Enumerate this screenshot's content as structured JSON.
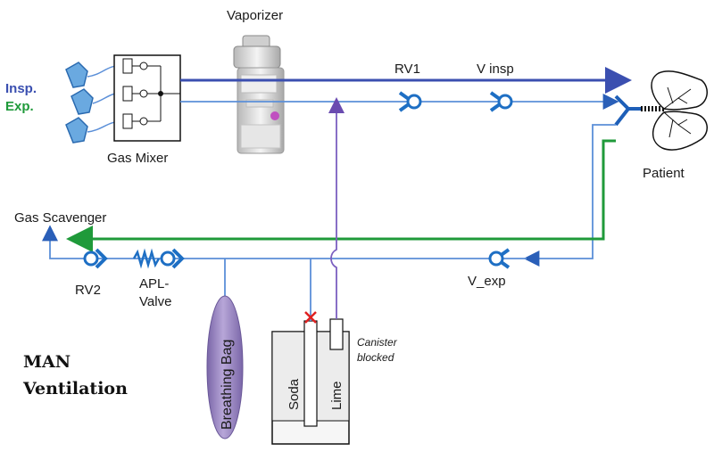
{
  "legend": {
    "insp": "Insp.",
    "exp": "Exp.",
    "insp_color": "#3a4fb0",
    "exp_color": "#1f9a3a"
  },
  "labels": {
    "vaporizer": "Vaporizer",
    "gas_mixer": "Gas Mixer",
    "rv1": "RV1",
    "v_insp": "V  insp",
    "patient": "Patient",
    "gas_scavenger": "Gas Scavenger",
    "rv2": "RV2",
    "apl_line1": "APL-",
    "apl_line2": "Valve",
    "v_exp": "V_exp",
    "breathing_bag": "Breathing Bag",
    "soda": "Soda",
    "lime": "Lime",
    "canister_line1": "Canister",
    "canister_line2": "blocked",
    "mode_line1": "MAN",
    "mode_line2": "Ventilation"
  },
  "colors": {
    "insp_line": "#3b4fb0",
    "exp_line": "#1f9a3a",
    "pipe": "#5b8fd8",
    "bypass": "#7b5fc0",
    "valve": "#1e6fc4",
    "blocked_mark": "#e02020",
    "bag": "#9a86c0"
  },
  "icons": {
    "valve": "check-valve-icon",
    "lungs": "lungs-icon",
    "bag": "breathing-bag-icon",
    "blocked": "x-mark-icon"
  }
}
